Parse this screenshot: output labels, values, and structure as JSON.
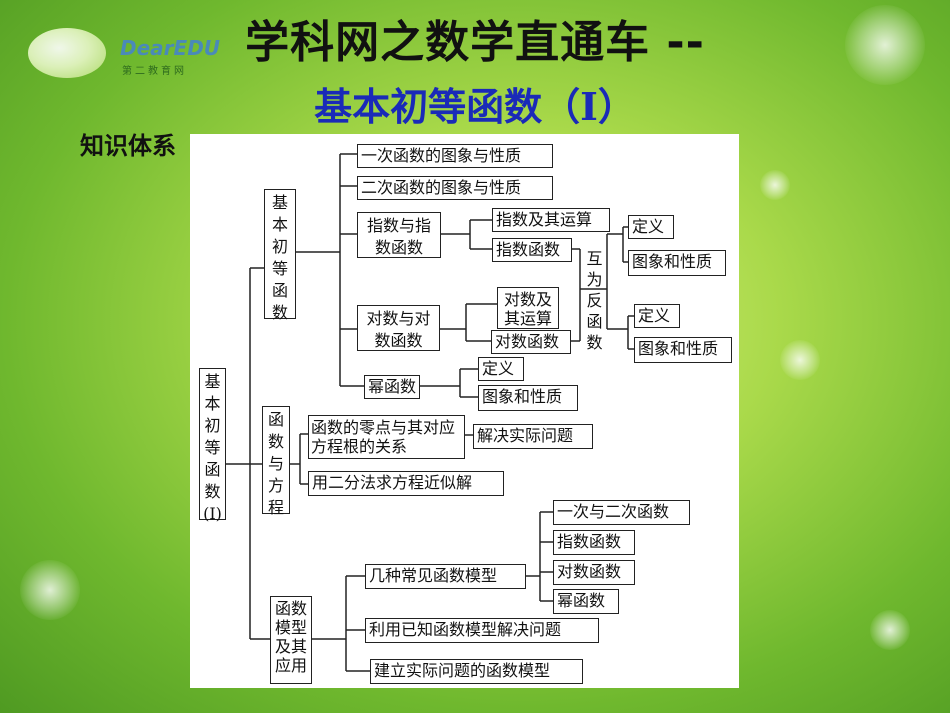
{
  "header": {
    "title": "学科网之数学直通车 --",
    "subtitle": "基本初等函数（Ⅰ）"
  },
  "logo": {
    "text": "DearEDU",
    "sub": "第二教育网"
  },
  "section_label": "知识体系",
  "diagram": {
    "root": "基本初等函数(I)",
    "branch1": "基本初等函数",
    "branch2": "函数与方程",
    "branch3": "函数模型及其应用",
    "b1_items": {
      "linear": "一次函数的图象与性质",
      "quadratic": "二次函数的图象与性质",
      "exp": "指数与指数函数",
      "log": "对数与对数函数",
      "power": "幂函数"
    },
    "exp_ops": "指数及其运算",
    "exp_func": "指数函数",
    "log_ops": "对数及其运算",
    "log_func": "对数函数",
    "inverse": "互为反函数",
    "def": "定义",
    "graph_props": "图象和性质",
    "b2_items": {
      "zero": "函数的零点与其对应方程根的关系",
      "solve": "解决实际问题",
      "bisect": "用二分法求方程近似解"
    },
    "b3_items": {
      "models": "几种常见函数模型",
      "use": "利用已知函数模型解决问题",
      "build": "建立实际问题的函数模型"
    },
    "model_list": [
      "一次与二次函数",
      "指数函数",
      "对数函数",
      "幂函数"
    ]
  }
}
